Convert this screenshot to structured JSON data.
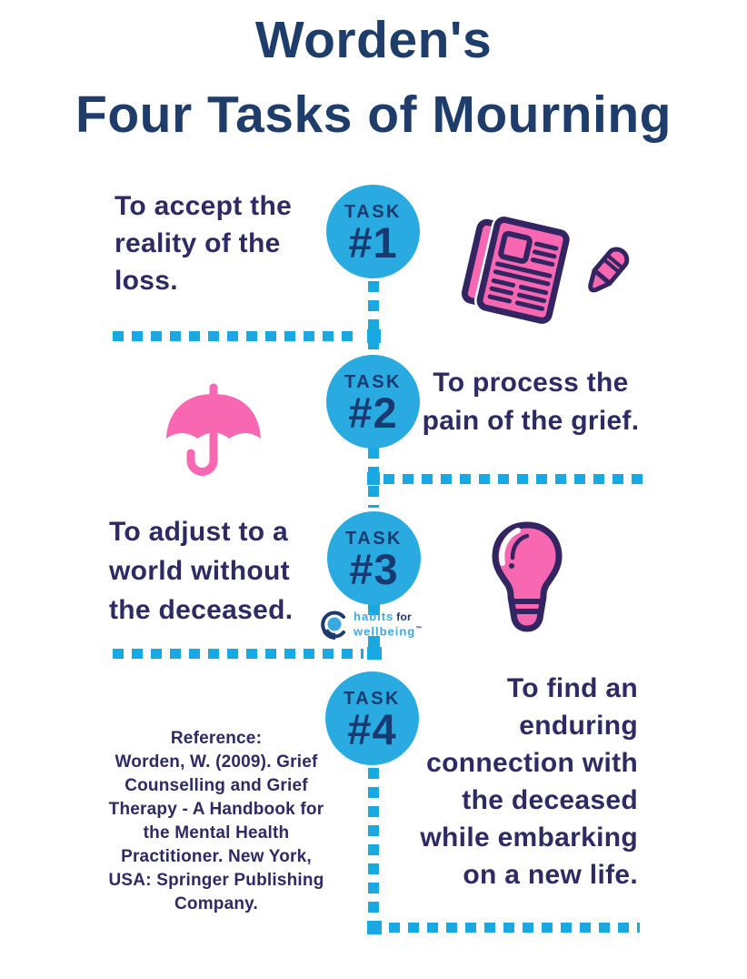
{
  "title": {
    "line1": "Worden's",
    "line2": "Four Tasks of Mourning"
  },
  "tasks": [
    {
      "badge_label": "TASK",
      "badge_number": "#1",
      "text": "To accept the\nreality of the\nloss.",
      "icons": [
        "newspaper-icon",
        "pencil-icon"
      ]
    },
    {
      "badge_label": "TASK",
      "badge_number": "#2",
      "text": "To process the\npain of the grief.",
      "icons": [
        "umbrella-icon"
      ]
    },
    {
      "badge_label": "TASK",
      "badge_number": "#3",
      "text": "To adjust to a\nworld without\nthe deceased.",
      "icons": [
        "lightbulb-icon"
      ]
    },
    {
      "badge_label": "TASK",
      "badge_number": "#4",
      "text": "To find an\nenduring\nconnection with\nthe deceased\nwhile embarking\non a new life.",
      "icons": []
    }
  ],
  "reference": {
    "text": "Reference:\nWorden, W. (2009). Grief\nCounselling and Grief\nTherapy - A Handbook for\nthe Mental Health\nPractitioner. New York,\nUSA: Springer Publishing\nCompany."
  },
  "logo": {
    "habits": "habits",
    "for": "for",
    "wellbeing": "wellbeing",
    "tm": "™"
  },
  "colors": {
    "title_navy": "#1f3d6b",
    "body_indigo": "#2e2a63",
    "circle_blue": "#29abe2",
    "dash_blue": "#1aa8e3",
    "icon_pink": "#f767b2",
    "icon_outline_navy": "#332561",
    "logo_blue": "#41a8dc",
    "logo_navy": "#1d3a6b"
  }
}
